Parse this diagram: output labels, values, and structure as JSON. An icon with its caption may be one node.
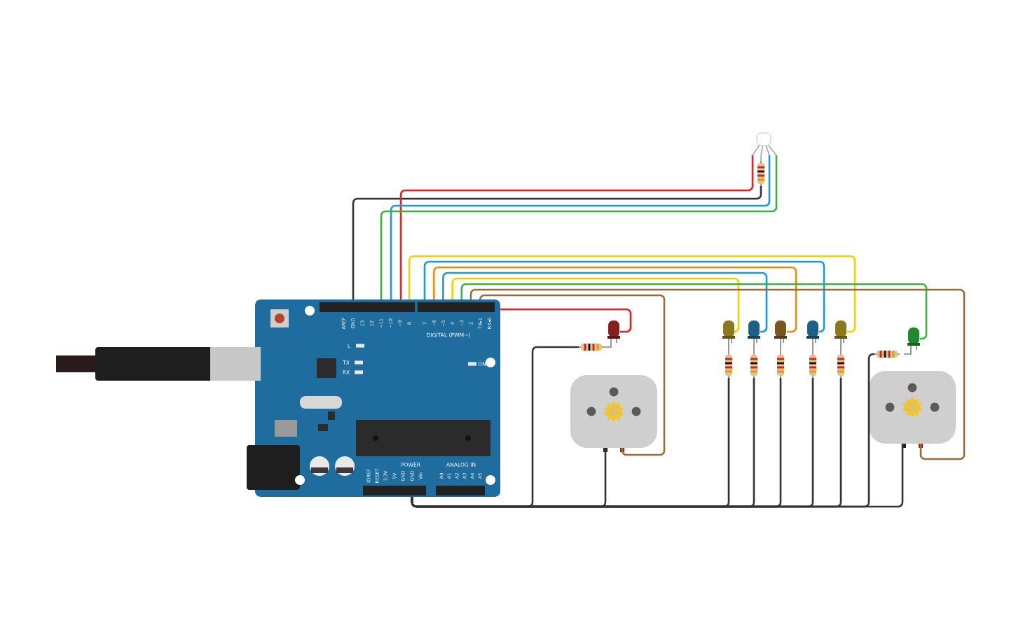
{
  "diagram": {
    "nodes": [
      {
        "text": [],
        "shape": "picture"
      },
      {
        "text": [],
        "shape": "picture"
      },
      {
        "text": [],
        "shape": "picture"
      },
      {
        "text": [],
        "shape": "picture"
      },
      {
        "text": [],
        "shape": "picture"
      },
      {
        "text": [],
        "shape": "picture"
      },
      {
        "text": [],
        "shape": "picture"
      },
      {
        "text": [],
        "shape": "picture"
      },
      {
        "text": [],
        "shape": "picture"
      },
      {
        "text": [],
        "shape": "picture"
      },
      {
        "text": [],
        "shape": "picture"
      },
      {
        "text": [],
        "shape": "picture"
      },
      {
        "text": [],
        "shape": "picture"
      },
      {
        "text": [],
        "shape": "picture"
      },
      {
        "text": [],
        "shape": "picture"
      },
      {
        "text": [],
        "shape": "picture"
      },
      {
        "text": [],
        "shape": "picture"
      },
      {
        "text": [],
        "shape": "picture"
      },
      {
        "text": [],
        "shape": "picture"
      }
    ],
    "edges": [
      {
        "from": 0,
        "to": 2,
        "arrow": "none"
      },
      {
        "from": 0,
        "to": 1,
        "arrow": "none",
        "color": "#e02424"
      },
      {
        "from": 0,
        "to": 1,
        "arrow": "none",
        "color": "#1a9bd7"
      },
      {
        "from": 0,
        "to": 1,
        "arrow": "none",
        "color": "#3cb043"
      },
      {
        "from": 0,
        "to": 10,
        "arrow": "none",
        "color": "#f2d100"
      },
      {
        "from": 0,
        "to": 9,
        "arrow": "none",
        "color": "#1a9bd7"
      },
      {
        "from": 0,
        "to": 8,
        "arrow": "none",
        "color": "#ee8a12"
      },
      {
        "from": 0,
        "to": 7,
        "arrow": "none",
        "color": "#1a9bd7"
      },
      {
        "from": 0,
        "to": 6,
        "arrow": "none",
        "color": "#f2d100"
      },
      {
        "from": 0,
        "to": 16,
        "arrow": "none",
        "color": "#3cb043"
      },
      {
        "from": 0,
        "to": 18,
        "arrow": "none",
        "color": "#9c6b3c"
      },
      {
        "from": 0,
        "to": 5,
        "arrow": "none",
        "color": "#9c6b3c"
      },
      {
        "from": 0,
        "to": 3,
        "arrow": "none",
        "color": "#e02424"
      },
      {
        "from": 0,
        "to": 4,
        "arrow": "none"
      },
      {
        "from": 0,
        "to": 5,
        "arrow": "none"
      },
      {
        "from": 0,
        "to": 11,
        "arrow": "none"
      },
      {
        "from": 0,
        "to": 12,
        "arrow": "none"
      },
      {
        "from": 0,
        "to": 13,
        "arrow": "none"
      },
      {
        "from": 0,
        "to": 14,
        "arrow": "none"
      },
      {
        "from": 0,
        "to": 15,
        "arrow": "none"
      },
      {
        "from": 0,
        "to": 17,
        "arrow": "none"
      },
      {
        "from": 0,
        "to": 18,
        "arrow": "none"
      }
    ],
    "labels": [
      "AREF",
      "GND",
      "13",
      "12",
      "~11",
      "~10",
      "~9",
      "8",
      "7",
      "~6",
      "~5",
      "4",
      "~3",
      "2",
      "TX▸1",
      "RX◂0",
      "DIGITAL (PWM~)",
      "L",
      "TX",
      "RX",
      "ON",
      "POWER",
      "ANALOG IN",
      "IOREF",
      "RESET",
      "3.3V",
      "5V",
      "GND",
      "GND",
      "Vin",
      "A0",
      "A1",
      "A2",
      "A3",
      "A4",
      "A5"
    ]
  }
}
